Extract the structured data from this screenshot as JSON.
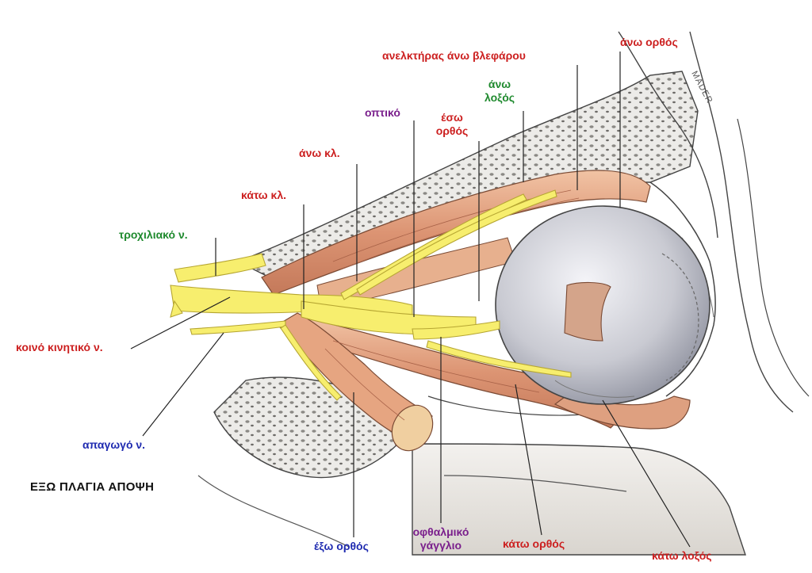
{
  "caption": "ΕΞΩ ΠΛΑΓΙΑ ΑΠΟΨΗ",
  "colors": {
    "red": "#cc1f1f",
    "green": "#1f8a2e",
    "purple": "#7a1f8c",
    "blue": "#1f2bb0",
    "black": "#111111"
  },
  "labels": {
    "ano_orthos": "άνω ορθός",
    "anelktiras": "ανελκτήρας άνω βλεφάρου",
    "ano_loxos": "άνω\nλοξός",
    "optiko": "οπτικό",
    "eso_orthos": "έσω\nορθός",
    "ano_kl": "άνω κλ.",
    "kato_kl": "κάτω κλ.",
    "trochiliako": "τροχιλιακό ν.",
    "koino_kinitiko": "κοινό κινητικό ν.",
    "apagogo": "απαγωγό ν.",
    "exo_orthos": "έξω ορθός",
    "ofthalmiko": "οφθαλμικό\nγάγγλιο",
    "kato_orthos": "κάτω ορθός",
    "kato_loxos": "κάτω λοξός"
  },
  "signature": "MADER"
}
